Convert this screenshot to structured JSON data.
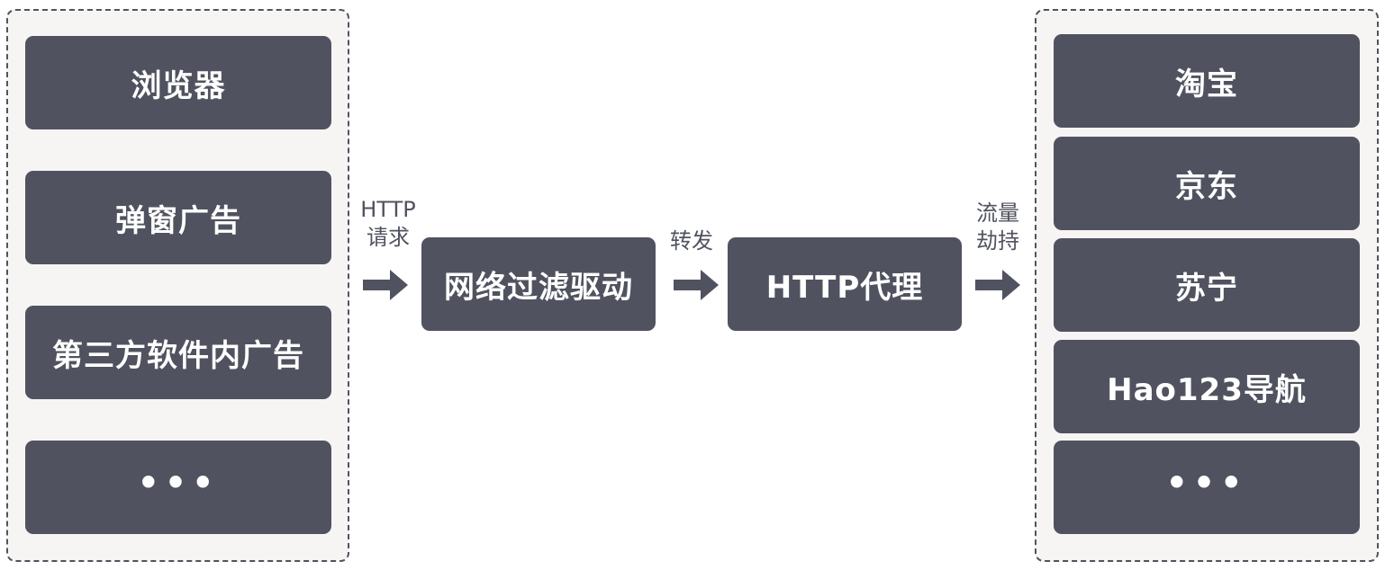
{
  "colors": {
    "node_fill": "#50535f",
    "node_text": "#ffffff",
    "group_fill": "#f7f5f4",
    "group_border": "#50535f",
    "label_text": "#50535f"
  },
  "sources": {
    "items": [
      {
        "label": "浏览器"
      },
      {
        "label": "弹窗广告"
      },
      {
        "label": "第三方软件内广告"
      },
      {
        "label": "•••"
      }
    ]
  },
  "edges": [
    {
      "line1": "HTTP",
      "line2": "请求",
      "icon": "arrow-right-icon"
    },
    {
      "line1": "转发",
      "line2": "",
      "icon": "arrow-right-icon"
    },
    {
      "line1": "流量",
      "line2": "劫持",
      "icon": "arrow-right-icon"
    }
  ],
  "pipeline": {
    "filter_driver": "网络过滤驱动",
    "http_proxy": "HTTP代理"
  },
  "targets": {
    "items": [
      {
        "label": "淘宝"
      },
      {
        "label": "京东"
      },
      {
        "label": "苏宁"
      },
      {
        "label": "Hao123导航"
      },
      {
        "label": "•••"
      }
    ]
  }
}
